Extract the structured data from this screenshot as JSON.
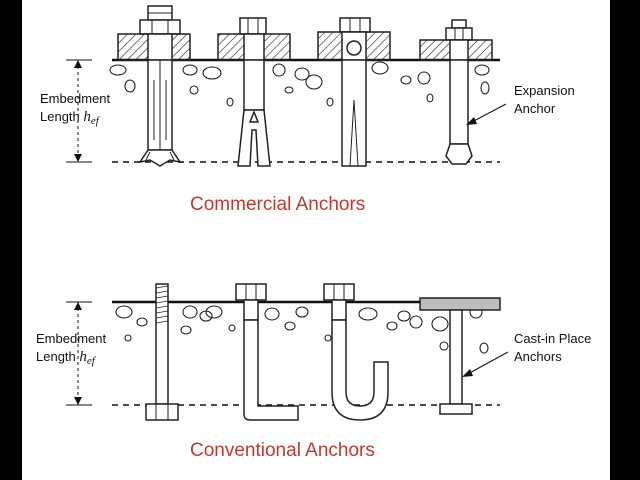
{
  "top_section": {
    "embedment_label_line1": "Embedment",
    "embedment_label_line2": "Length",
    "h_symbol": "h",
    "h_subscript": "ef",
    "callout_line1": "Expansion",
    "callout_line2": "Anchor",
    "title": "Commercial Anchors"
  },
  "bottom_section": {
    "embedment_label_line1": "Embedment",
    "embedment_label_line2": "Length",
    "h_symbol": "h",
    "h_subscript": "ef",
    "callout_line1": "Cast-in Place",
    "callout_line2": "Anchors",
    "title": "Conventional Anchors"
  },
  "colors": {
    "title_red": "#c0392b",
    "frame_white": "#ffffff",
    "border_black": "#000000",
    "line_dark": "#222222",
    "plate_fill": "#bdbdbd"
  }
}
